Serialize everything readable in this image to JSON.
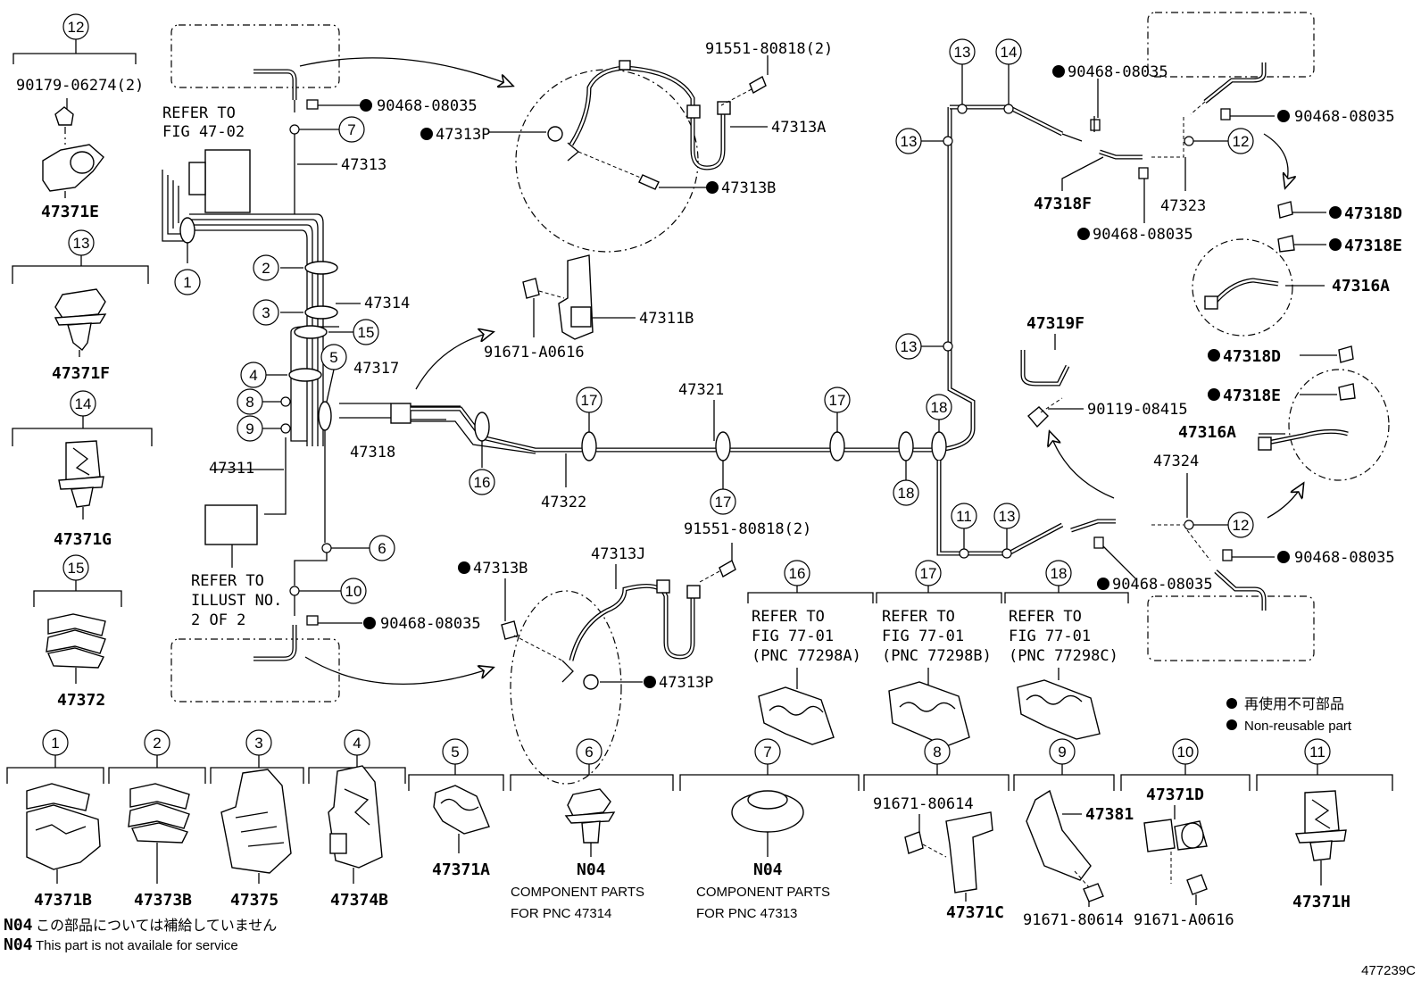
{
  "diagram_id": "477239C",
  "refs": {
    "fig_47_02": [
      "REFER TO",
      "FIG 47-02"
    ],
    "illust": [
      "REFER TO",
      "ILLUST NO.",
      "2 OF 2"
    ],
    "fig_77_a": [
      "REFER TO",
      "FIG 77-01",
      "(PNC 77298A)"
    ],
    "fig_77_b": [
      "REFER TO",
      "FIG 77-01",
      "(PNC 77298B)"
    ],
    "fig_77_c": [
      "REFER TO",
      "FIG 77-01",
      "(PNC 77298C)"
    ]
  },
  "legend": {
    "jp": "再使用不可部品",
    "en": "Non-reusable part"
  },
  "footnote": {
    "code": "N04",
    "jp": "この部品については補給していません",
    "en": "This part is not availale for service"
  },
  "component_note": {
    "line1": "COMPONENT PARTS",
    "pnc_47314": "FOR PNC 47314",
    "pnc_47313": "FOR PNC 47313"
  },
  "parts": {
    "p90179": "90179-06274(2)",
    "p47371E": "47371E",
    "p47371F": "47371F",
    "p47371G": "47371G",
    "p47372": "47372",
    "p47371B": "47371B",
    "p47373B": "47373B",
    "p47375": "47375",
    "p47374B": "47374B",
    "p47371A": "47371A",
    "n04": "N04",
    "p91671_80614": "91671-80614",
    "p47371C": "47371C",
    "p47381": "47381",
    "p47371D": "47371D",
    "p91671_A0616": "91671-A0616",
    "p47371H": "47371H",
    "p90468": "90468-08035",
    "p47313": "47313",
    "p47314": "47314",
    "p47317": "47317",
    "p47318": "47318",
    "p47311": "47311",
    "p47313P": "47313P",
    "p91551": "91551-80818(2)",
    "p47313A": "47313A",
    "p47313B": "47313B",
    "p47311B": "47311B",
    "p47321": "47321",
    "p47322": "47322",
    "p47313J": "47313J",
    "p47318F": "47318F",
    "p47323": "47323",
    "p47318D": "47318D",
    "p47318E": "47318E",
    "p47316A": "47316A",
    "p47319F": "47319F",
    "p90119": "90119-08415",
    "p47324": "47324"
  },
  "callouts": [
    "1",
    "2",
    "3",
    "4",
    "5",
    "6",
    "7",
    "8",
    "9",
    "10",
    "11",
    "12",
    "13",
    "14",
    "15",
    "16",
    "17",
    "18"
  ]
}
